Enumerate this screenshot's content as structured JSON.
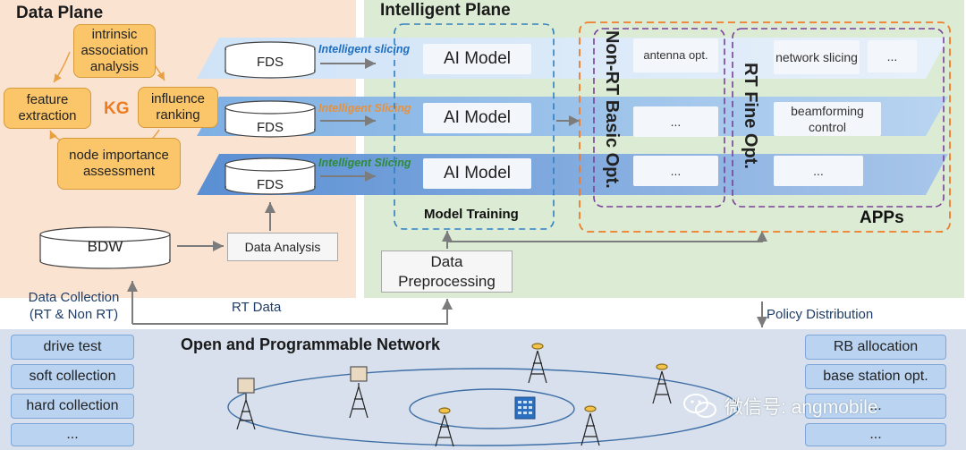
{
  "data_plane": {
    "title": "Data Plane",
    "kg_label": "KG",
    "kg_nodes": {
      "intrinsic": "intrinsic association analysis",
      "feature": "feature extraction",
      "influence": "influence ranking",
      "node_importance": "node importance assessment"
    },
    "fds_label": "FDS",
    "bdw_label": "BDW",
    "data_analysis": "Data Analysis",
    "data_collection_line1": "Data Collection",
    "data_collection_line2": "(RT & Non RT)",
    "rt_data": "RT Data"
  },
  "intelligent_plane": {
    "title": "Intelligent Plane",
    "slicing_labels": [
      "Intelligent slicing",
      "Intelligent Slicing",
      "Intelligent Slicing"
    ],
    "ai_model": "AI Model",
    "model_training": "Model Training",
    "data_preprocessing_line1": "Data",
    "data_preprocessing_line2": "Preprocessing",
    "non_rt_label": "Non-RT Basic Opt.",
    "rt_label": "RT Fine Opt.",
    "apps_label": "APPs",
    "non_rt_apps": [
      "antenna opt.",
      "...",
      "..."
    ],
    "rt_apps": [
      "network slicing",
      "...",
      "beamforming control",
      "..."
    ],
    "policy_distribution": "Policy Distribution"
  },
  "network": {
    "title": "Open and Programmable Network",
    "left_list": [
      "drive test",
      "soft collection",
      "hard collection",
      "..."
    ],
    "right_list": [
      "RB allocation",
      "base station opt.",
      "...",
      "..."
    ],
    "watermark": "微信号: angmobile"
  },
  "colors": {
    "data_plane_bg": "#fbe3d2",
    "intelligent_plane_bg": "#dcebd3",
    "network_bg": "#d7e0ec",
    "kg_box": "#fbc56a",
    "kg_label": "#ec7c22",
    "slice_blue": "#1f6fc1",
    "slice_orange": "#e8913a",
    "slice_green": "#2e8b3a",
    "apps_border": "#f07c2a",
    "opt_border": "#7a3f9a",
    "training_border": "#2f7fc1"
  }
}
